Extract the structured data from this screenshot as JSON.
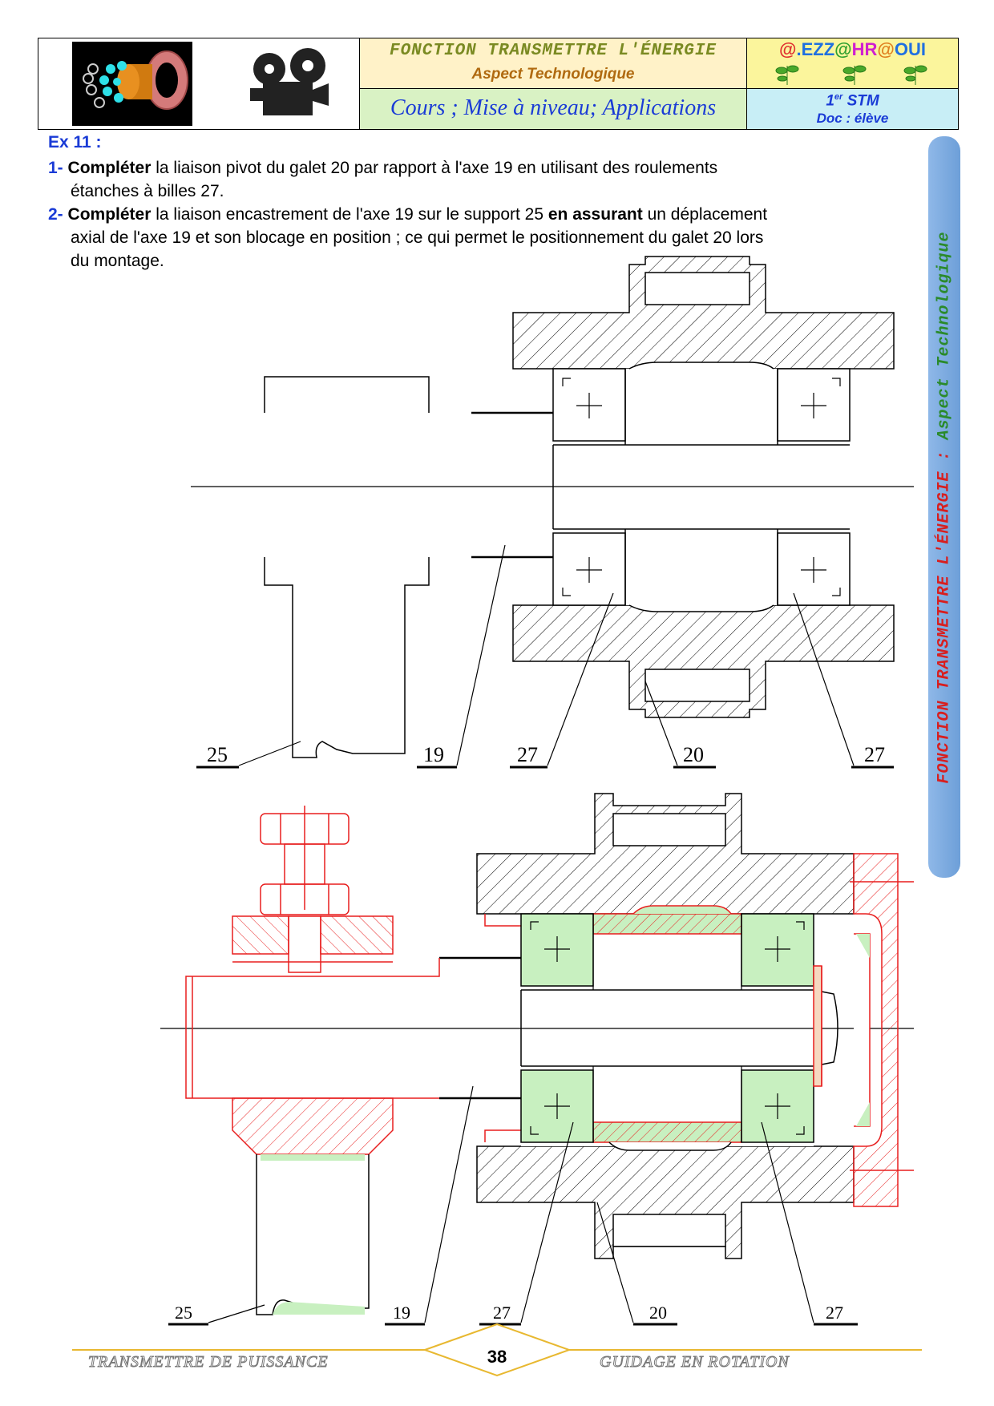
{
  "header": {
    "title": "FONCTION TRANSMETTRE L'ÉNERGIE",
    "subtitle": "Aspect Technologique",
    "course": "Cours ; Mise à niveau; Applications",
    "brand_parts": [
      "@",
      ".EZZ",
      "@",
      "HR",
      "@",
      "OUI"
    ],
    "level_num": "1",
    "level_sup": "er",
    "level_txt": " STM",
    "doc": "Doc : élève"
  },
  "exercise": {
    "title": "Ex 11 :",
    "q1": {
      "num": "1-",
      "verb": "Compléter",
      "line1": " la liaison pivot du galet 20 par rapport à l'axe 19 en utilisant des roulements",
      "line2": "étanches à billes 27."
    },
    "q2": {
      "num": "2-",
      "verb": "Compléter",
      "part1": " la liaison encastrement de l'axe 19 sur le support 25 ",
      "bold2": "en assurant",
      "part3": " un déplacement",
      "line2": "axial de l'axe 19 et son blocage en position ; ce qui permet le positionnement du galet 20 lors",
      "line3": "du montage."
    }
  },
  "drawing1": {
    "labels": [
      "25",
      "19",
      "27",
      "20",
      "27"
    ]
  },
  "drawing2": {
    "labels": [
      "25",
      "19",
      "27",
      "20",
      "27"
    ]
  },
  "sidebar": {
    "part1": "FONCTION TRANSMETTRE L'ÉNERGIE : ",
    "part2": "Aspect Technologique"
  },
  "footer": {
    "left": "TRANSMETTRE DE PUISSANCE",
    "right": "GUIDAGE EN ROTATION",
    "page": "38"
  },
  "colors": {
    "accent": "#1a3bd6",
    "correction": "#e81e1e",
    "seal_fill": "#c8f0c0",
    "footer_line": "#e8b830"
  }
}
